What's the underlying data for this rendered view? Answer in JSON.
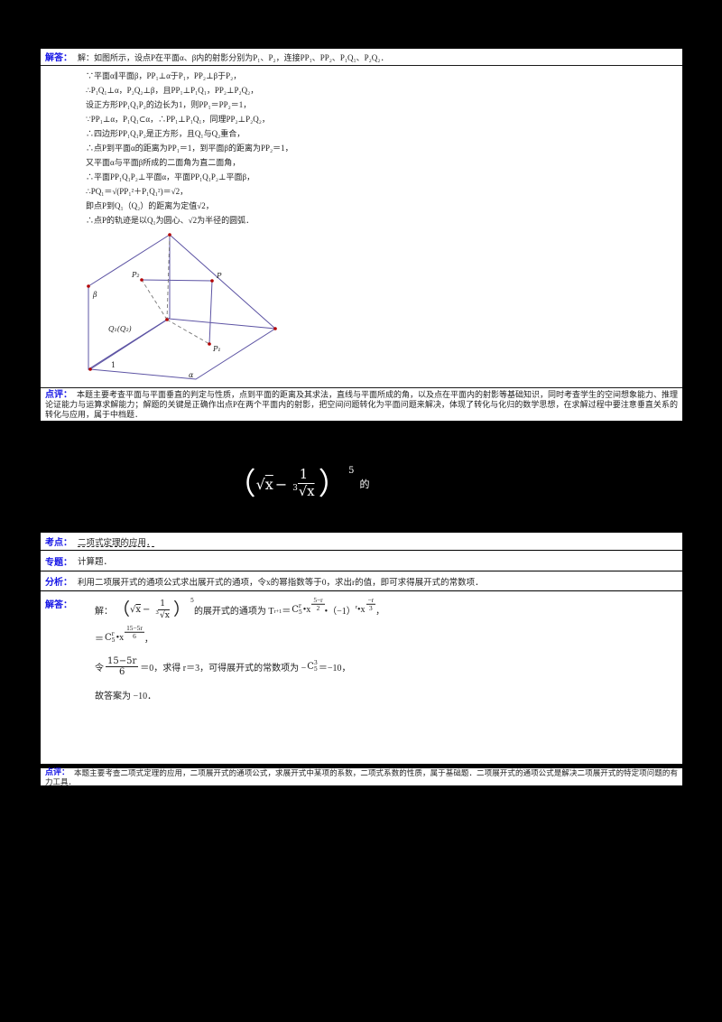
{
  "colors": {
    "label_blue": "#1414e6",
    "text": "#222222",
    "diagram_line": "#5d54a4",
    "dot_red": "#b30000",
    "page_bg": "#000000",
    "box_bg": "#ffffff"
  },
  "p1": {
    "answer_label": "解答：",
    "first_line": "解：如图所示，设点P在平面α、β内的射影分别为P₁、P₂，连接PP₁、PP₂、P₁Q₁、P₂Q₂．",
    "lines": [
      "∵平面α∥平面β，PP₁⊥α于P₁，PP₂⊥β于P₂，",
      "∴P₁Q₁⊥α，P₂Q₂⊥β，且PP₁⊥P₁Q₁，PP₂⊥P₂Q₂，",
      "设正方形PP₁Q₁P₂的边长为1，则PP₁＝PP₂＝1，",
      "∵PP₁⊥α，P₁Q₁⊂α，∴PP₁⊥P₁Q₁，同理PP₂⊥P₂Q₂，",
      "∴四边形PP₁Q₁P₂是正方形，且Q₁与Q₂重合，",
      "∴点P到平面α的距离为PP₁＝1，到平面β的距离为PP₂＝1，",
      "又平面α与平面β所成的二面角为直二面角，",
      "∴平面PP₁Q₁P₂⊥平面α，平面PP₁Q₁P₂⊥平面β，",
      "∴PQ₁＝√(PP₁²＋P₁Q₁²)＝√2，",
      "即点P到Q₁（Q₂）的距离为定值√2，",
      "∴点P的轨迹是以Q₁为圆心、√2为半径的圆弧．"
    ],
    "diagram": {
      "beta": "β",
      "alpha": "α",
      "p2": "P₂",
      "p": "P",
      "q": "Q₁(Q₂)",
      "p1": "P₁",
      "one": "1"
    },
    "comment_label": "点评：",
    "comment_text": "本题主要考查平面与平面垂直的判定与性质，点到平面的距离及其求法，直线与平面所成的角，以及点在平面内的射影等基础知识，同时考查学生的空间想象能力、推理论证能力与运算求解能力；解题的关键是正确作出点P在两个平面内的射影，把空间问题转化为平面问题来解决，体现了转化与化归的数学思想，在求解过程中要注意垂直关系的转化与应用，属于中档题．"
  },
  "binom": {
    "lp": "（",
    "sqrt": "√",
    "arg": "x",
    "minus": "−",
    "num": "1",
    "ridx": "3",
    "rp": "）",
    "exp": "5"
  },
  "statement": {
    "tail": "的"
  },
  "p2": {
    "rows": [
      {
        "label": "考点：",
        "content": "二项式定理的应用．"
      },
      {
        "label": "专题：",
        "content": "计算题．"
      },
      {
        "label": "分析：",
        "content": "利用二项展开式的通项公式求出展开式的通项，令x的幂指数等于0，求出r的值，即可求得展开式的常数项．"
      }
    ],
    "sol": {
      "label": "解答：",
      "l1": {
        "pre": "解：",
        "mid": "的展开式的通项为 T",
        "tsub": "r+1",
        "eq": "＝",
        "x1": "•x",
        "mid2": "•（−1）",
        "rsup": "r",
        "x2": "•x",
        "comma": "，"
      },
      "c5r": {
        "base": "C",
        "sup": "r",
        "sub": "5"
      },
      "exp1": {
        "num": "5−r",
        "den": "2"
      },
      "exp2": {
        "num": "−r",
        "den": "3"
      },
      "l2": {
        "eq": "＝",
        "x": "•x",
        "comma": "，"
      },
      "exp3": {
        "num": "15−5r",
        "den": "6"
      },
      "l3": {
        "pre": "令",
        "mid": "＝0，求得 r＝3，可得展开式的常数项为 −",
        "post": "＝−10，"
      },
      "c53": {
        "base": "C",
        "sup": "3",
        "sub": "5"
      },
      "l4": "故答案为 −10．"
    },
    "comment_label": "点评：",
    "comment_text": "本题主要考查二项式定理的应用，二项展开式的通项公式，求展开式中某项的系数，二项式系数的性质，属于基础题．二项展开式的通项公式是解决二项展开式的特定项问题的有力工具．"
  }
}
